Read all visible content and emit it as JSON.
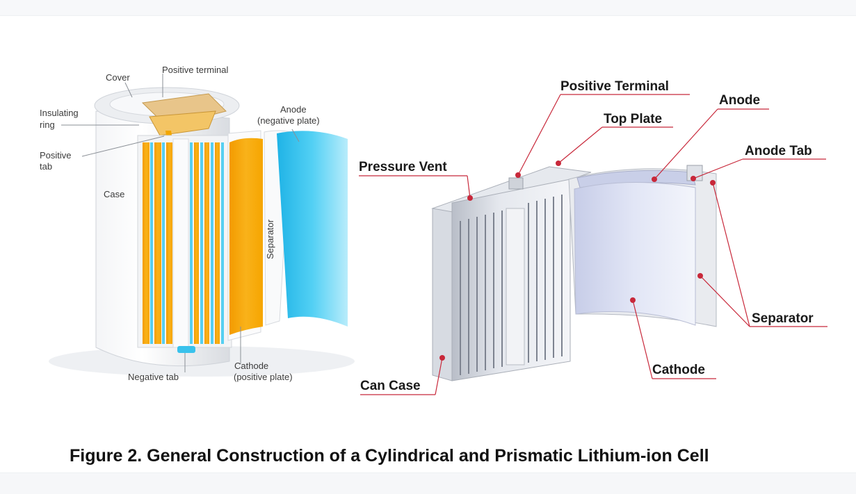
{
  "caption": "Figure 2. General Construction of a Cylindrical and Prismatic Lithium-ion Cell",
  "cylindrical": {
    "labels": {
      "cover": "Cover",
      "positive_terminal": "Positive terminal",
      "insulating_ring_1": "Insulating",
      "insulating_ring_2": "ring",
      "positive_tab_1": "Positive",
      "positive_tab_2": "tab",
      "case": "Case",
      "anode_1": "Anode",
      "anode_2": "(negative plate)",
      "separator": "Separator",
      "cathode_1": "Cathode",
      "cathode_2": "(positive plate)",
      "negative_tab": "Negative tab"
    }
  },
  "prismatic": {
    "labels": {
      "positive_terminal": "Positive Terminal",
      "anode": "Anode",
      "top_plate": "Top Plate",
      "anode_tab": "Anode Tab",
      "pressure_vent": "Pressure Vent",
      "separator": "Separator",
      "cathode": "Cathode",
      "can_case": "Can Case"
    }
  },
  "colors": {
    "cathode": "#f5a400",
    "anode": "#39c2ec",
    "leader_prismatic": "#c8283a",
    "case": "#e9ebee"
  }
}
